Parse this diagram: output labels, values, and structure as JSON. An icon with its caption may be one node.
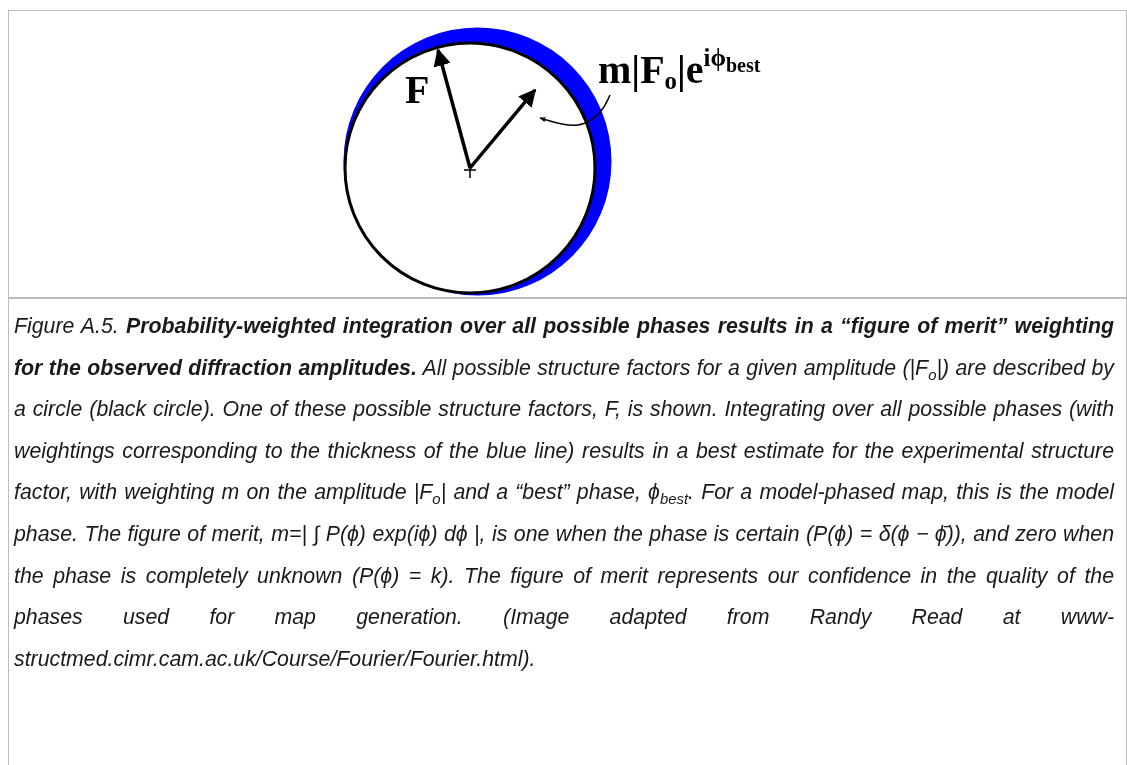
{
  "diagram": {
    "caption": "Figure A.5. **Probability-weighted integration over all possible phases results in a “figure of merit” weighting for the observed diffraction amplitudes.** All possible structure factors for a given amplitude (|F$_{o}$|) are described by a circle (black circle). One of these possible structure factors, F, is shown. Integrating over all possible phases (with weightings corresponding to the thickness of the blue line) results in a best estimate for the experimental structure factor, with weighting m on the amplitude |F$_{o}$| and a “best” phase, ϕ$_{best}$. For a model-phased map, this is the model phase. The figure of merit, m=| ∫ P(ϕ) exp(iϕ) dϕ |, is one when the phase is certain (P(ϕ) = δ(ϕ − ϕ̄)), and zero when the phase is completely unknown (P(ϕ) = k). The figure of merit represents our confidence in the quality of the phases used for map generation. (Image adapted from Randy Read at www-structmed.cimr.cam.ac.uk/Course/Fourier/Fourier.html).",
    "nodes": [
      {
        "text": [
          "m|F$_{o}$|e$^{iϕ}$$_{best}$"
        ]
      },
      {
        "text": [],
        "shape": "arrow"
      }
    ],
    "edges": [
      {
        "from": 0,
        "to": 1,
        "arrow": "to"
      }
    ],
    "labels": [
      "F"
    ]
  }
}
